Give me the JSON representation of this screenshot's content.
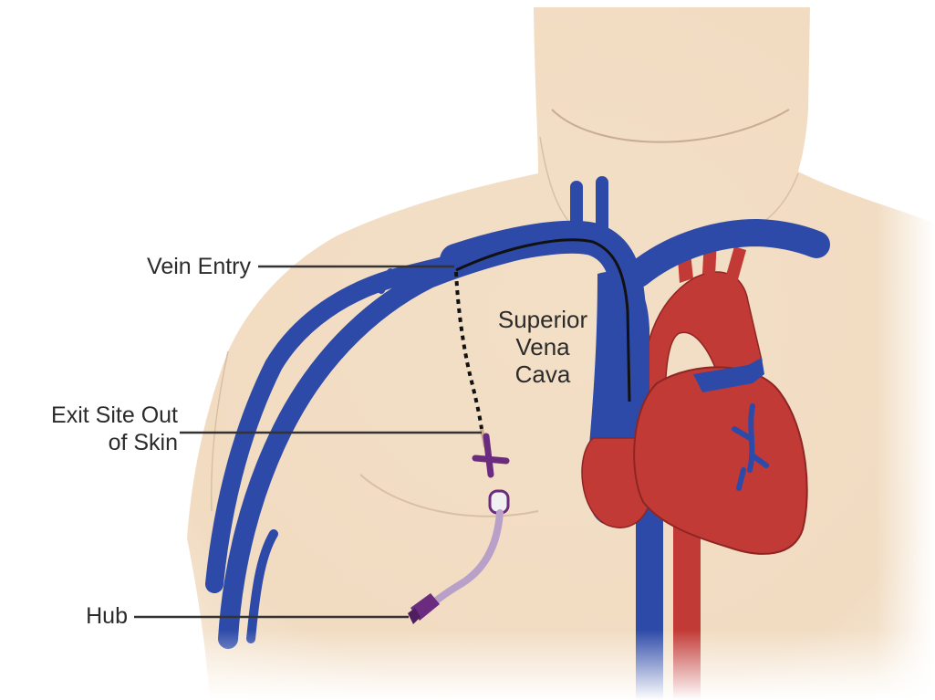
{
  "labels": {
    "vein_entry": "Vein Entry",
    "exit_site_line1": "Exit Site Out",
    "exit_site_line2": "of Skin",
    "hub": "Hub",
    "svc_line1": "Superior",
    "svc_line2": "Vena",
    "svc_line3": "Cava"
  },
  "colors": {
    "skin": "#f1dcc2",
    "skin_outline": "#c9ad92",
    "vein": "#2d4aa8",
    "vein_dark": "#1f3585",
    "artery": "#c23a36",
    "artery_dark": "#8f2523",
    "catheter_hub": "#6b2c80",
    "catheter_tube": "#b9a0c9",
    "leader_line": "#333333"
  }
}
